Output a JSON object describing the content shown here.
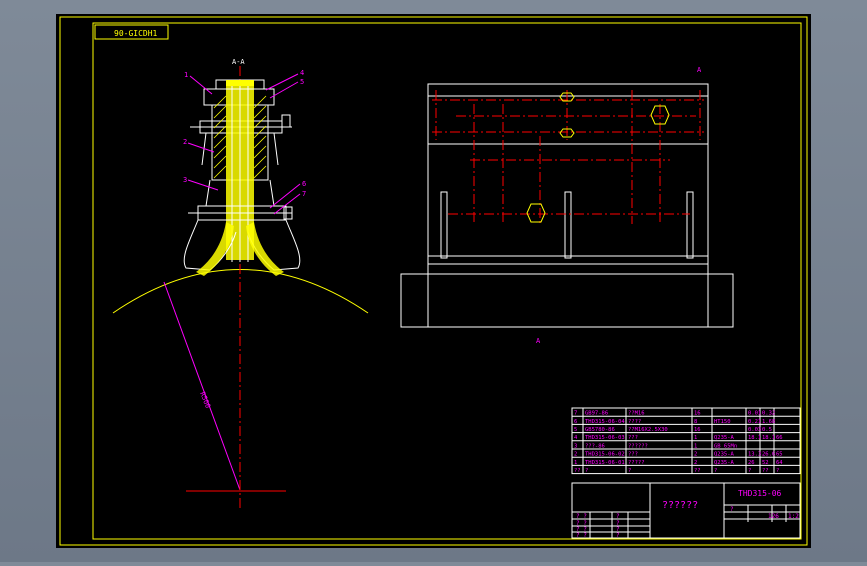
{
  "drawing": {
    "drawing_code_box": "90-GICDH1",
    "section_label": "A-A",
    "view_marker": "A",
    "leader_numbers": [
      "1",
      "4",
      "5",
      "2",
      "3",
      "6",
      "7"
    ],
    "dimension_text": "R500",
    "colors": {
      "frame": "#ffff00",
      "lines": "#ffffff",
      "centerlines": "#ff0000",
      "text": "#ff00ff",
      "dimension": "#ff00ff",
      "hatch": "#ffff00"
    }
  },
  "bom": {
    "rows": [
      {
        "no": "7",
        "code": "GB97-86",
        "name": "??M16",
        "qty": "16",
        "material": "",
        "unit": "0.01",
        "total": "0.32",
        "note": ""
      },
      {
        "no": "6",
        "code": "THD315-06-04",
        "name": "????",
        "qty": "8",
        "material": "HT150",
        "unit": "0.21",
        "total": "1.68",
        "note": ""
      },
      {
        "no": "5",
        "code": "GB5780-86",
        "name": "??M16X2.5X30",
        "qty": "16",
        "material": "",
        "unit": "0.03",
        "total": "0.5",
        "note": ""
      },
      {
        "no": "4",
        "code": "THD315-06-03",
        "name": "???",
        "qty": "1",
        "material": "Q235-A",
        "unit": "18.1",
        "total": "18.1",
        "note": "66"
      },
      {
        "no": "3",
        "code": "???-86",
        "name": "??????",
        "qty": "1",
        "material": "GB 65Mn",
        "unit": "",
        "total": "",
        "note": ""
      },
      {
        "no": "2",
        "code": "THD315-06-02",
        "name": "???",
        "qty": "2",
        "material": "Q235-A",
        "unit": "13.3",
        "total": "26.6",
        "note": "65"
      },
      {
        "no": "1",
        "code": "THD315-06-01",
        "name": "?????",
        "qty": "2",
        "material": "Q235-A",
        "unit": "26",
        "total": "52",
        "note": "64"
      }
    ],
    "header": [
      "??",
      "?",
      "?",
      "??",
      "?",
      "?",
      "??",
      "?"
    ]
  },
  "title_block": {
    "title": "??????",
    "drawing_no": "THD315-06",
    "scale_label": "?",
    "weight_value": "126",
    "sheet_label": "1:2",
    "sign_labels": [
      "? ?",
      "? ?",
      "? ?",
      "? ?"
    ],
    "sign_suffix": [
      "?",
      "?",
      "?",
      "?"
    ]
  }
}
